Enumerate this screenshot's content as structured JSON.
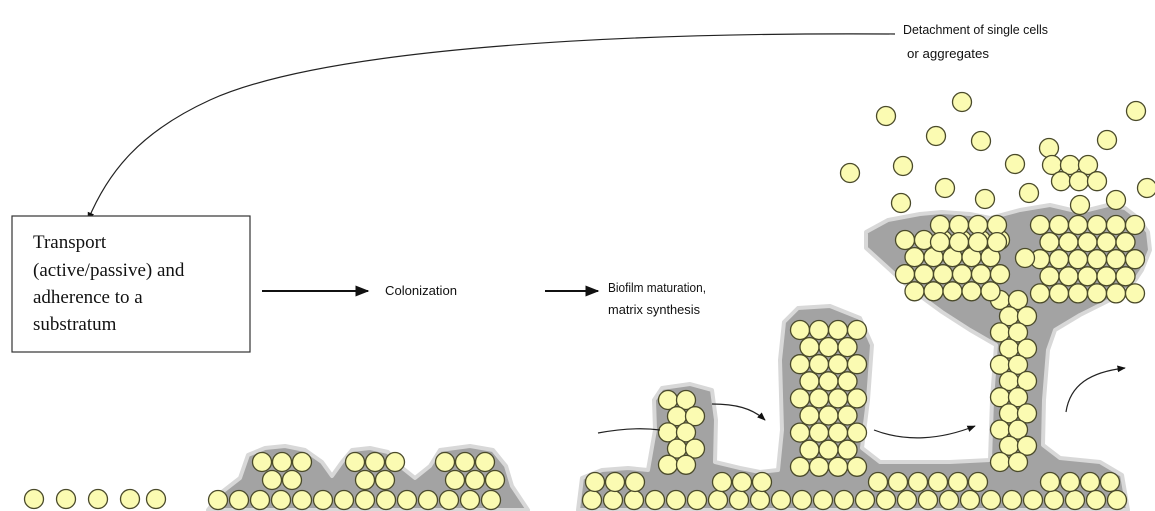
{
  "labels": {
    "detachment_line1": "Detachment of single cells",
    "detachment_line2": "or aggregates",
    "transport_lines": [
      "Transport",
      "(active/passive) and",
      "adherence to a",
      "substratum"
    ],
    "colonization": "Colonization",
    "maturation_line1": "Biofilm maturation,",
    "maturation_line2": "matrix synthesis"
  },
  "colors": {
    "cell_fill": "#fbfbb2",
    "cell_stroke": "#4a4a2a",
    "matrix": "#a3a3a3",
    "arrow": "#111111"
  }
}
